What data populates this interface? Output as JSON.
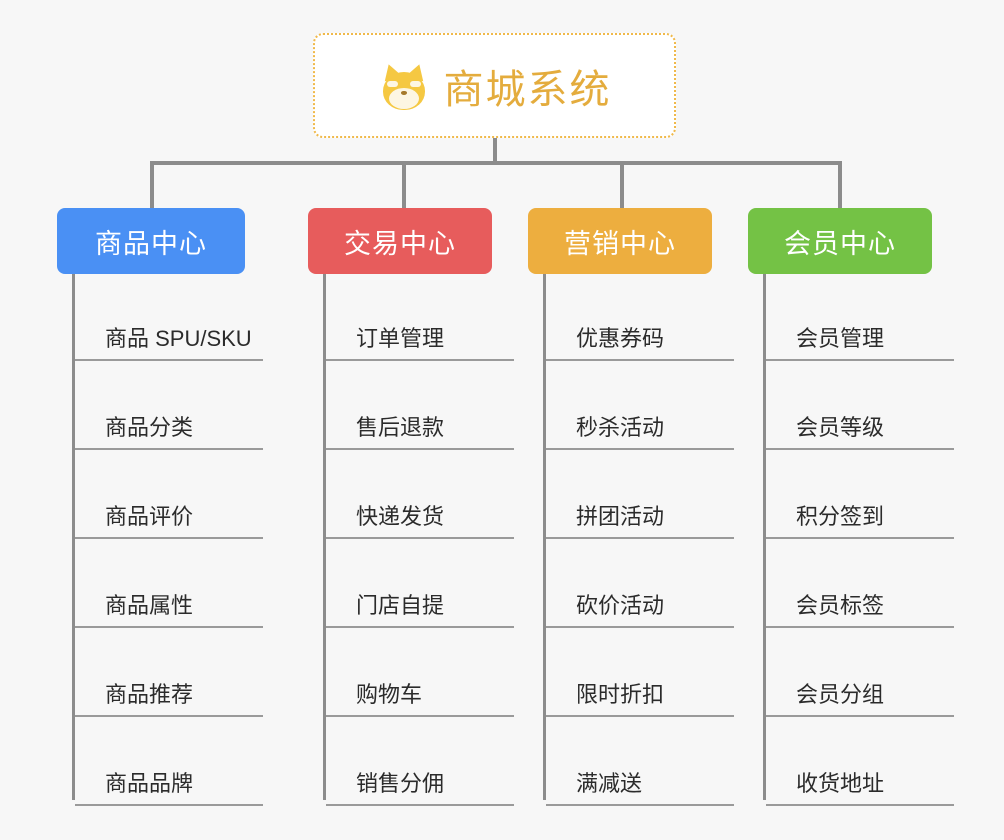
{
  "page": {
    "background_color": "#f7f7f7",
    "line_color": "#8c8c8c"
  },
  "root": {
    "icon": "dog-face-icon",
    "icon_glyph": "🐶",
    "title": "商城系统",
    "title_color": "#e4ac3d",
    "border_color": "#f0b94a"
  },
  "columns": [
    {
      "id": "product-center",
      "label": "商品中心",
      "color": "#4a90f4",
      "items": [
        "商品 SPU/SKU",
        "商品分类",
        "商品评价",
        "商品属性",
        "商品推荐",
        "商品品牌"
      ]
    },
    {
      "id": "trade-center",
      "label": "交易中心",
      "color": "#e75c5c",
      "items": [
        "订单管理",
        "售后退款",
        "快递发货",
        "门店自提",
        "购物车",
        "销售分佣"
      ]
    },
    {
      "id": "marketing-center",
      "label": "营销中心",
      "color": "#edae3f",
      "items": [
        "优惠券码",
        "秒杀活动",
        "拼团活动",
        "砍价活动",
        "限时折扣",
        "满减送"
      ]
    },
    {
      "id": "member-center",
      "label": "会员中心",
      "color": "#74c245",
      "items": [
        "会员管理",
        "会员等级",
        "积分签到",
        "会员标签",
        "会员分组",
        "收货地址"
      ]
    }
  ]
}
